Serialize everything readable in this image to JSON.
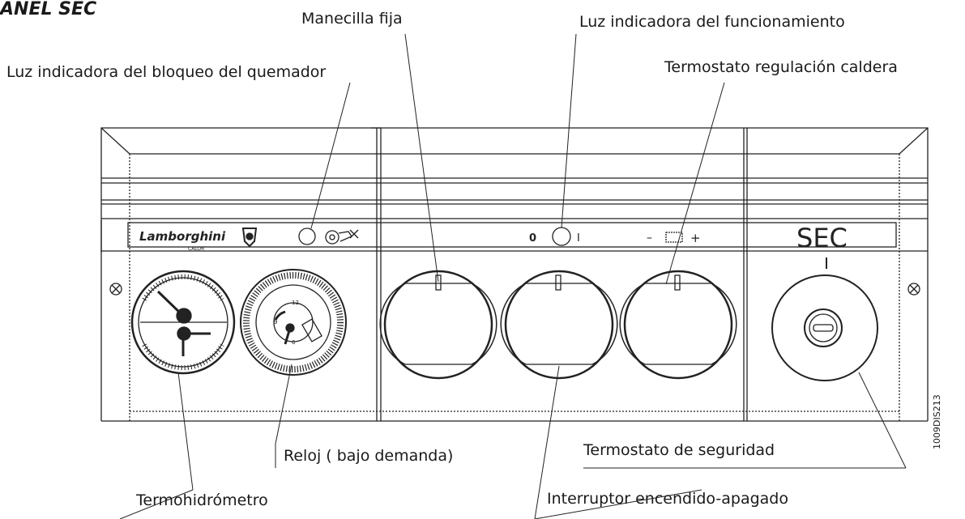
{
  "title": "ANEL SEC",
  "labels": {
    "manecilla_fija": "Manecilla fija",
    "luz_funcionamiento": "Luz indicadora del funcionamiento",
    "luz_bloqueo": "Luz indicadora del bloqueo del quemador",
    "termostato_regulacion": "Termostato regulación caldera",
    "reloj": "Reloj ( bajo demanda)",
    "termostato_seguridad": "Termostato de seguridad",
    "termohidrometro": "Termohidrómetro",
    "interruptor": "Interruptor encendido-apagado"
  },
  "panel": {
    "brand": "Lamborghini",
    "brand_sub": "CALOR",
    "switch_off": "0",
    "switch_on": "I",
    "thermo_minus": "–",
    "thermo_plus": "+",
    "model": "SEC",
    "timer_12": "12",
    "timer_9": "9",
    "timer_6": "6"
  },
  "code": "1009DIS213"
}
